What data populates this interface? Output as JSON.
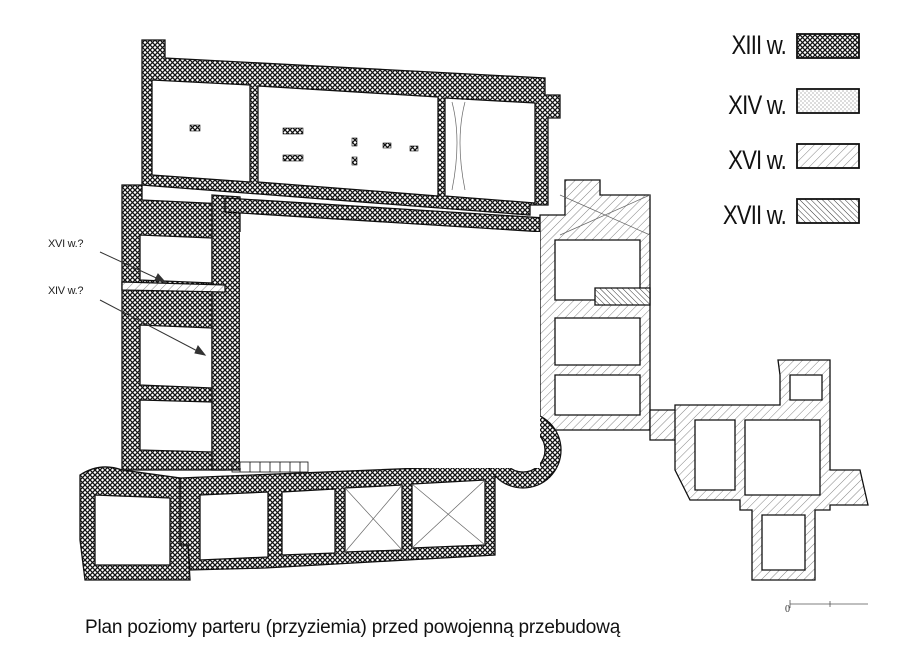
{
  "legend": [
    {
      "label": "XIII w.",
      "pattern": "pat-13",
      "fill": "#111111"
    },
    {
      "label": "XIV w.",
      "pattern": "pat-14",
      "fill": "#9a9a9a"
    },
    {
      "label": "XVI w.",
      "pattern": "pat-16",
      "fill": "#b0b0b0"
    },
    {
      "label": "XVII w.",
      "pattern": "pat-17",
      "fill": "#8a8a8a"
    }
  ],
  "annotations": {
    "xvi_question": "XVI w.?",
    "xiv_question": "XIV w.?"
  },
  "caption": "Plan poziomy parteru (przyziemia) przed powojenną przebudową",
  "scale": {
    "zero": "0"
  },
  "colors": {
    "ink": "#111111",
    "paper": "#ffffff"
  }
}
